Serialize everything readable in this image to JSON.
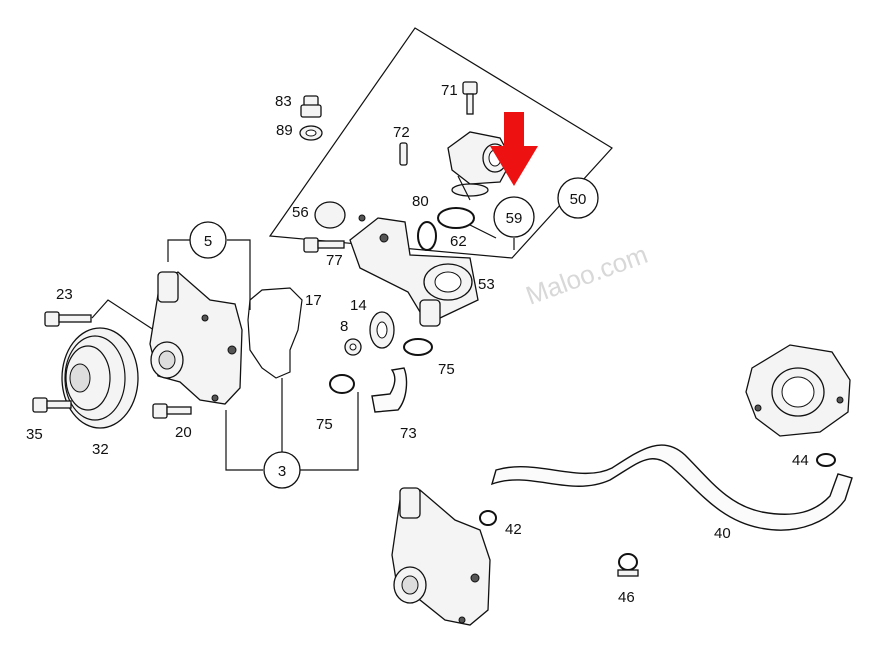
{
  "watermark": "Maloo.com",
  "callouts": [
    {
      "id": "c5",
      "text": "5"
    },
    {
      "id": "c3",
      "text": "3"
    },
    {
      "id": "c59",
      "text": "59"
    },
    {
      "id": "c50",
      "text": "50"
    }
  ],
  "labels": {
    "p83": "83",
    "p89": "89",
    "p71": "71",
    "p72": "72",
    "p56": "56",
    "p80": "80",
    "p62": "62",
    "p77": "77",
    "p53": "53",
    "p23": "23",
    "p17": "17",
    "p14": "14",
    "p8": "8",
    "p75a": "75",
    "p75b": "75",
    "p35": "35",
    "p32": "32",
    "p20": "20",
    "p73": "73",
    "p44": "44",
    "p42": "42",
    "p40": "40",
    "p46": "46"
  },
  "colors": {
    "arrow": "#ee1111",
    "ink": "#111111"
  }
}
